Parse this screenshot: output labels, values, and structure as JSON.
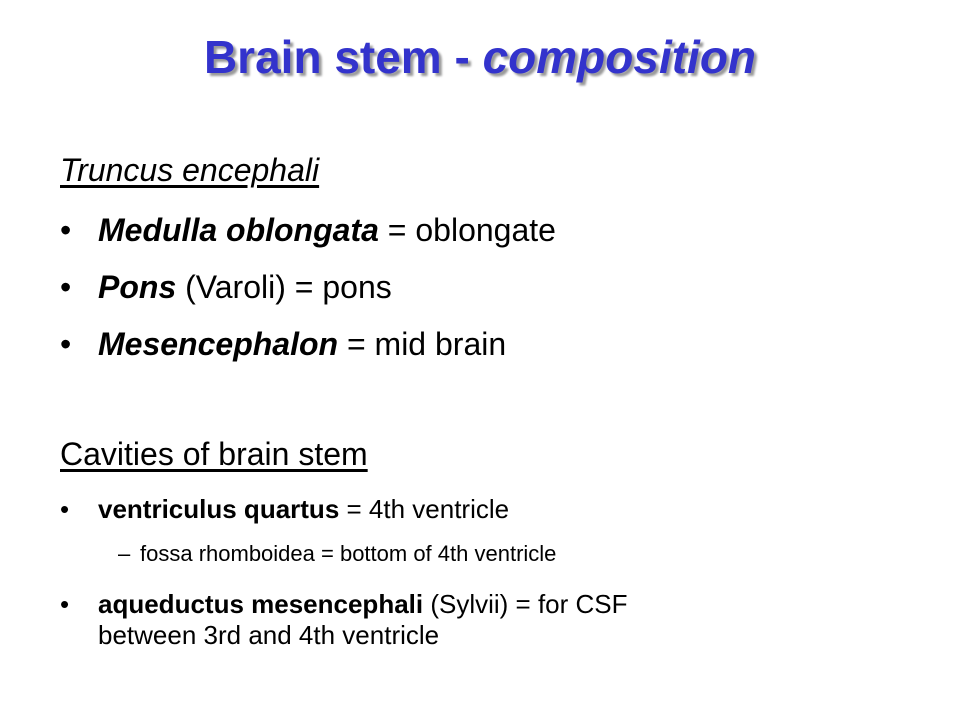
{
  "title": {
    "main": "Brain stem - ",
    "italic": "composition"
  },
  "section1": {
    "heading": "Truncus encephali",
    "items": [
      {
        "term": "Medulla oblongata",
        "rest": " = oblongate"
      },
      {
        "term": "Pons",
        "rest": " (Varoli) = pons"
      },
      {
        "term": "Mesencephalon",
        "rest": " = mid brain"
      }
    ]
  },
  "section2": {
    "heading": "Cavities of brain stem",
    "items": [
      {
        "term": "ventriculus quartus",
        "rest": " = 4th ventricle"
      },
      {
        "term": "aqueductus mesencephali",
        "rest": " (Sylvii) = for CSF",
        "rest2": "between 3rd and 4th ventricle"
      }
    ],
    "subitem": "fossa rhomboidea = bottom of 4th ventricle"
  },
  "symbols": {
    "bullet": "•",
    "dash": "–"
  },
  "colors": {
    "title": "#3333cc",
    "title_shadow": "#9a9a9a",
    "text": "#000000",
    "background": "#ffffff"
  }
}
